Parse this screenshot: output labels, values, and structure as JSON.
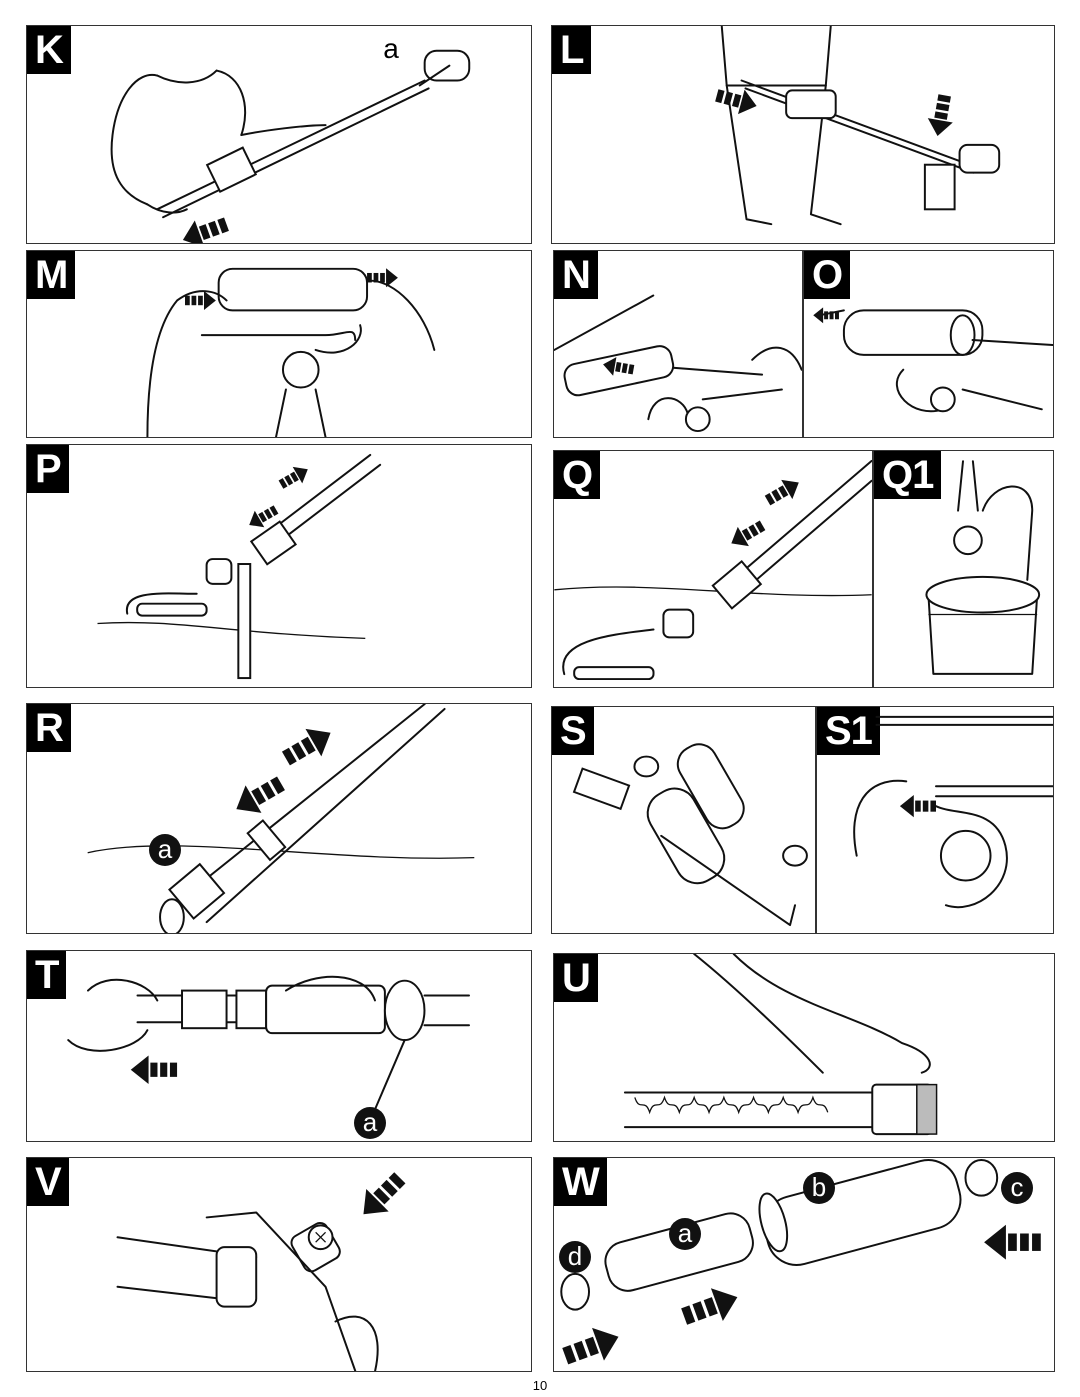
{
  "page": {
    "number": "10"
  },
  "panels": {
    "K": {
      "label": "K",
      "callout": "a"
    },
    "L": {
      "label": "L"
    },
    "M": {
      "label": "M"
    },
    "N": {
      "label": "N"
    },
    "O": {
      "label": "O"
    },
    "P": {
      "label": "P"
    },
    "Q": {
      "label": "Q"
    },
    "Q1": {
      "label": "Q1"
    },
    "R": {
      "label": "R",
      "callout": "a"
    },
    "S": {
      "label": "S"
    },
    "S1": {
      "label": "S1"
    },
    "T": {
      "label": "T",
      "callout": "a"
    },
    "U": {
      "label": "U"
    },
    "V": {
      "label": "V"
    },
    "W": {
      "label": "W",
      "callouts": {
        "a": "a",
        "b": "b",
        "c": "c",
        "d": "d"
      }
    }
  },
  "icons": {
    "arrow": "dashed-arrow-icon",
    "hand": "hand-icon",
    "pump": "pool-vacuum-pump-icon",
    "filter": "filter-cartridge-icon",
    "bucket": "bucket-icon"
  }
}
